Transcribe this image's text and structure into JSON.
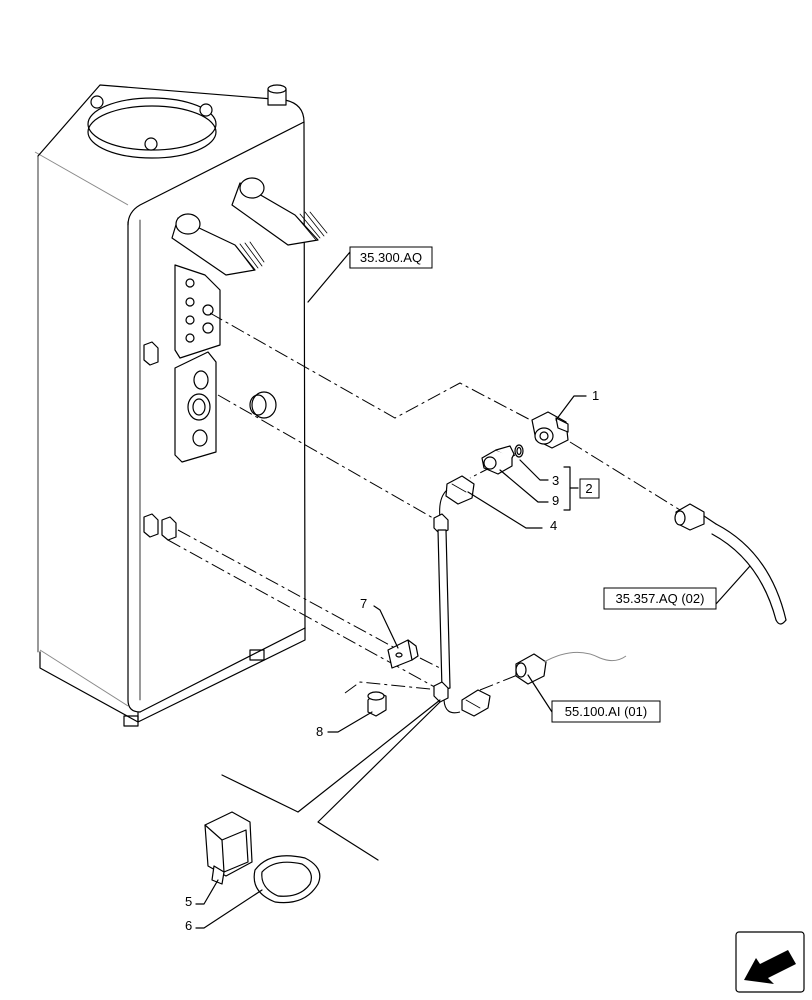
{
  "references": {
    "hydraulic_tank": "35.300.AQ",
    "valve_line": "35.357.AQ (02)",
    "harness": "55.100.AI (01)"
  },
  "callouts": {
    "c1": "1",
    "c2": "2",
    "c3": "3",
    "c4": "4",
    "c5": "5",
    "c6": "6",
    "c7": "7",
    "c8": "8",
    "c9": "9"
  }
}
